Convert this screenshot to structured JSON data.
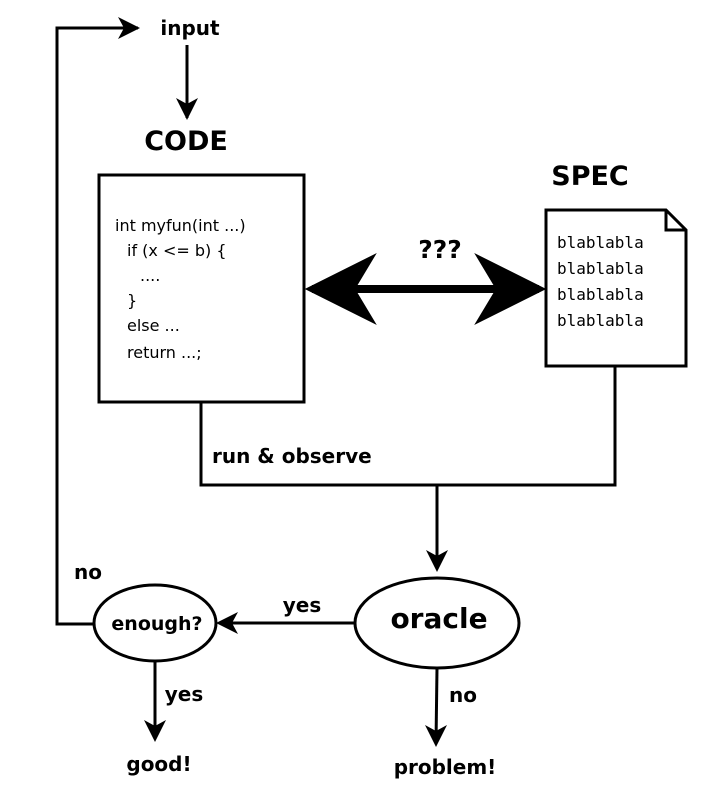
{
  "labels": {
    "input": "input",
    "code_title": "CODE",
    "spec_title": "SPEC",
    "question": "???",
    "run_observe": "run & observe",
    "oracle": "oracle",
    "enough": "enough?",
    "yes_oracle": "yes",
    "no_loop": "no",
    "yes_good": "yes",
    "good": "good!",
    "no_problem": "no",
    "problem": "problem!"
  },
  "code_lines": [
    "int myfun(int ...)",
    "if (x <= b) {",
    "....",
    "}",
    "else ...",
    "return ...;"
  ],
  "spec_lines": [
    "blablabla",
    "blablabla",
    "blablabla",
    "blablabla"
  ]
}
